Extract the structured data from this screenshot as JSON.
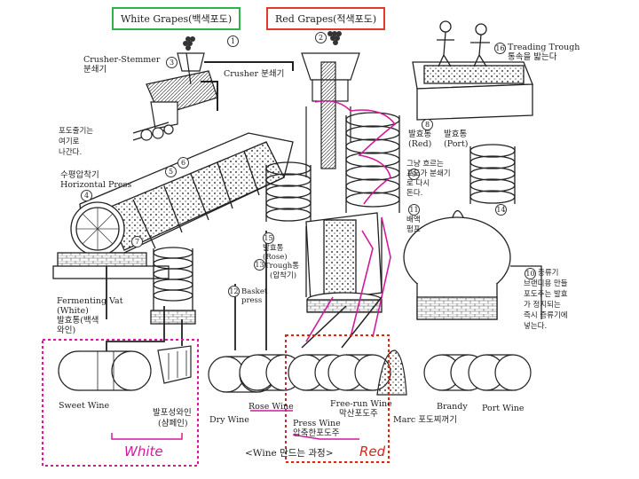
{
  "top": {
    "white_grapes": "White Grapes(백색포도)",
    "red_grapes": "Red Grapes(적색포도)"
  },
  "machines": {
    "crusher_stemmer": "Crusher-Stemmer",
    "crusher_stemmer_ko": "분쇄기",
    "crusher": "Crusher 분쇄기",
    "horizontal_press_ko": "수평압착기",
    "horizontal_press": "Horizontal Press",
    "note_stems": [
      "포도줄기는",
      "여기로",
      "나간다."
    ],
    "fermenting_vat": "Fermenting Vat",
    "fermenting_vat_white": "(White)",
    "fermenting_vat_ko": [
      "발효통(백색",
      "와인)"
    ],
    "rose_vat": [
      "발효통",
      "(Rose)"
    ],
    "trough": "Trough통",
    "trough_ko": "(압착기)",
    "basket_press": [
      "Basket",
      "press"
    ],
    "red_vat": [
      "발효통",
      "(Red)"
    ],
    "port_vat": [
      "발효통",
      "(Port)"
    ],
    "treading_trough": [
      "Treading Trough",
      "통속을 밟는다"
    ],
    "note_pump": [
      "그냥 흐르는",
      "포도가 분쇄기",
      "로 다시",
      "돈다."
    ],
    "note_drain": [
      "배액",
      "펌프"
    ],
    "note_still": [
      "증류기",
      "브랜디용 만들",
      "포도주는 발효",
      "가 정지되는",
      "즉시 증류기에",
      "넣는다."
    ]
  },
  "circle_numbers": [
    "1",
    "2",
    "3",
    "4",
    "5",
    "6",
    "7",
    "8",
    "9",
    "10",
    "11",
    "12",
    "13",
    "14",
    "15",
    "16"
  ],
  "bottom": {
    "sweet_wine": "Sweet Wine",
    "campaign_ko": [
      "발포성와인",
      "(샴페인)"
    ],
    "dry_wine": "Dry Wine",
    "rose_wine": "Rose Wine",
    "press_wine": "Press Wine",
    "press_wine_ko": "압축한포도주",
    "free_run_wine": "Free-run Wine",
    "free_run_ko": "막산포도주",
    "marc": "Marc 포도찌꺼기",
    "brandy": "Brandy",
    "port_wine": "Port Wine",
    "caption": "<Wine 만드는 과정>"
  },
  "annotations": {
    "white_hand": "White",
    "red_hand": "Red"
  },
  "colors": {
    "green": "#2fb34a",
    "red": "#e23a2a",
    "magenta": "#d21a9b",
    "ink": "#2b2b2b"
  }
}
